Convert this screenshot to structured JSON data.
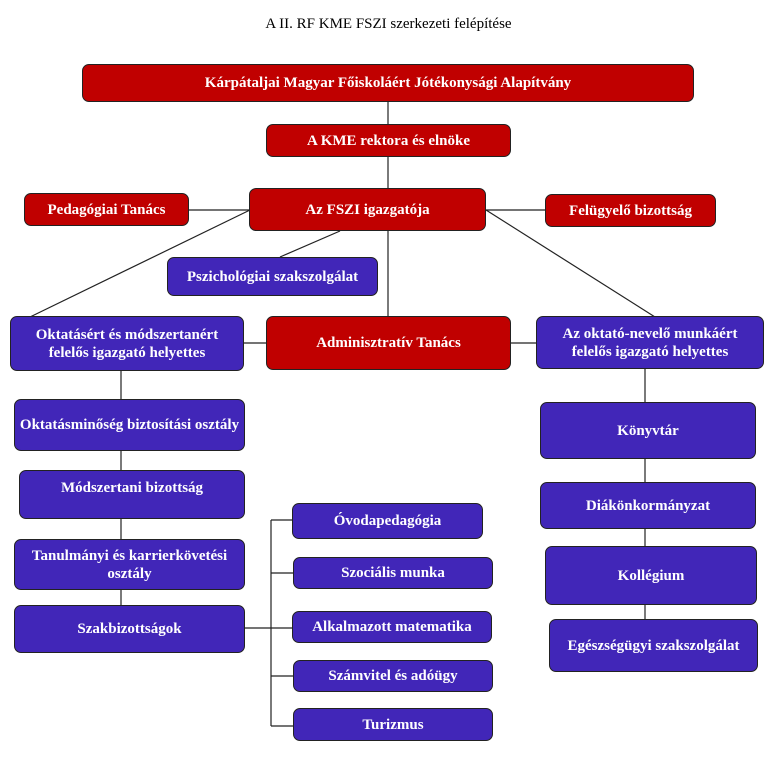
{
  "title": "A II. RF KME FSZI szerkezeti felépítése",
  "colors": {
    "governing": "#C00000",
    "unit": "#4126B8",
    "text": "#FFFFFF",
    "connector": "#222222"
  },
  "nodes": {
    "foundation": "Kárpátaljai Magyar Főiskoláért Jótékonysági Alapítvány",
    "rector": "A KME rektora és elnöke",
    "director": "Az FSZI igazgatója",
    "pedagogical_council": "Pedagógiai Tanács",
    "supervisory_board": "Felügyelő bizottság",
    "psychology_service": "Pszichológiai szakszolgálat",
    "deputy_education": "Oktatásért és módszertanért felelős igazgató helyettes",
    "admin_council": "Adminisztratív Tanács",
    "deputy_upbringing": "Az oktató-nevelő munkáért felelős igazgató helyettes",
    "quality_dept": "Oktatásminőség biztosítási osztály",
    "methodology_committee": "Módszertani bizottság",
    "study_career_dept": "Tanulmányi és karrierkövetési osztály",
    "expert_committees": "Szakbizottságok",
    "library": "Könyvtár",
    "student_government": "Diákönkormányzat",
    "dormitory": "Kollégium",
    "health_service": "Egészségügyi szakszolgálat"
  },
  "programs": [
    "Óvodapedagógia",
    "Szociális munka",
    "Alkalmazott matematika",
    "Számvitel és adóügy",
    "Turizmus"
  ]
}
